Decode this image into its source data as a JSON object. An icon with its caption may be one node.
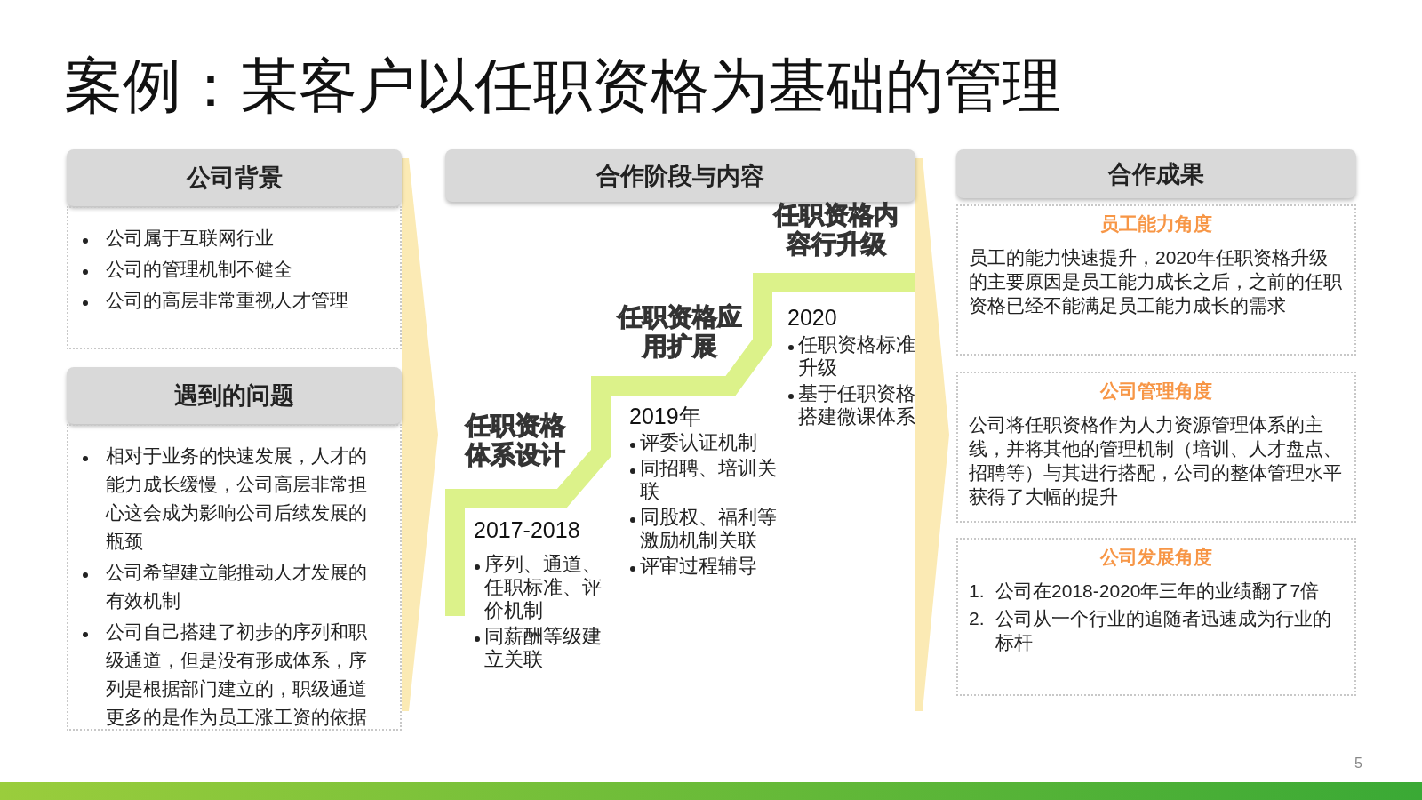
{
  "diagram": {
    "title": "案例：某客户以任职资格为基础的管理",
    "nodes": [
      {
        "text": [
          "公司背景",
          "公司属于互联网行业",
          "公司的管理机制不健全",
          "公司的高层非常重视人才管理"
        ]
      },
      {
        "text": [
          "遇到的问题",
          "相对于业务的快速发展，人才的能力成长缓慢，公司高层非常担心这会成为影响公司后续发展的瓶颈",
          "公司希望建立能推动人才发展的有效机制",
          "公司自己搭建了初步的序列和职级通道，但是没有形成体系，序列是根据部门建立的，职级通道更多的是作为员工涨工资的依据"
        ]
      },
      {
        "text": [],
        "shape": "chevron"
      },
      {
        "text": [
          "合作阶段与内容"
        ]
      },
      {
        "text": [
          "任职资格体系设计",
          "2017-2018",
          "序列、通道、任职标准、评价机制",
          "同薪酬等级建立关联"
        ]
      },
      {
        "text": [
          "任职资格应用扩展",
          "2019年",
          "评委认证机制",
          "同招聘、培训关联",
          "同股权、福利等激励机制关联",
          "评审过程辅导"
        ]
      },
      {
        "text": [
          "任职资格内容行升级",
          "2020",
          "任职资格标准升级",
          "基于任职资格搭建微课体系"
        ]
      },
      {
        "text": [],
        "shape": "chevron"
      },
      {
        "text": [
          "合作成果"
        ]
      },
      {
        "text": [
          "员工能力角度",
          "员工的能力快速提升，2020年任职资格升级的主要原因是员工能力成长之后，之前的任职资格已经不能满足员工能力成长的需求"
        ]
      },
      {
        "text": [
          "公司管理角度",
          "公司将任职资格作为人力资源管理体系的主线，并将其他的管理机制（培训、人才盘点、招聘等）与其进行搭配，公司的整体管理水平获得了大幅的提升"
        ]
      },
      {
        "text": [
          "公司发展角度",
          "1.",
          "公司在2018-2020年三年的业绩翻了7倍",
          "2.",
          "公司从一个行业的追随者迅速成为行业的标杆"
        ]
      }
    ],
    "labels": [
      "5"
    ]
  }
}
